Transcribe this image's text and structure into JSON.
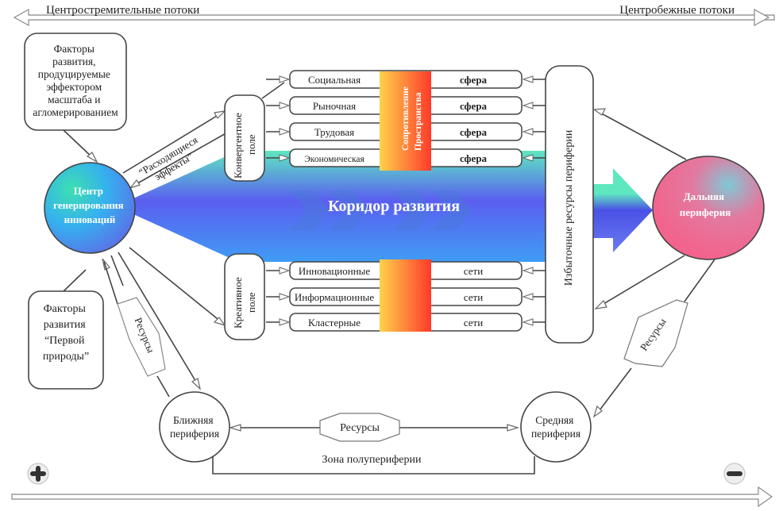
{
  "top_arrows": {
    "centripetal": "Центростремительные потоки",
    "centrifugal": "Центробежные потоки"
  },
  "factors_box_top": [
    "Факторы",
    "развития,",
    "продуцируемые",
    "эффектором",
    "масштаба и",
    "агломерированием"
  ],
  "factors_box_bottom": [
    "Факторы",
    "развития",
    "“Первой",
    "природы”"
  ],
  "center_node": [
    "Центр",
    "генерирования",
    "инноваций"
  ],
  "diverging_effects": [
    "“Расходящиеся",
    "эффекты”"
  ],
  "convergent_field": [
    "Конвергентное",
    "поле"
  ],
  "creative_field": [
    "Креативное",
    "поле"
  ],
  "spheres": [
    {
      "left": "Социальная",
      "right": "сфера"
    },
    {
      "left": "Рыночная",
      "right": "сфера"
    },
    {
      "left": "Трудовая",
      "right": "сфера"
    },
    {
      "left": "Экономическая",
      "right": "сфера"
    }
  ],
  "networks": [
    {
      "left": "Инновационные",
      "right": "сети"
    },
    {
      "left": "Информационные",
      "right": "сети"
    },
    {
      "left": "Кластерные",
      "right": "сети"
    }
  ],
  "space_resistance": [
    "Сопротивление",
    "Пространства"
  ],
  "corridor_label": "Коридор развития",
  "excess_resources": "Избыточные ресурсы периферии",
  "far_periphery": [
    "Дальняя",
    "периферия"
  ],
  "near_periphery": [
    "Ближняя",
    "периферия"
  ],
  "middle_periphery": [
    "Средняя",
    "периферия"
  ],
  "resources_label": "Ресурсы",
  "semi_periphery_zone": "Зона полупериферии",
  "plus_symbol": "plus-icon",
  "minus_symbol": "minus-icon",
  "colors": {
    "corridor_top": "#5ee8c0",
    "corridor_mid": "#5a5ef0",
    "corridor_bottom": "#3f9cf5",
    "resistance_left": "#ffd24a",
    "resistance_right": "#ff3a2a",
    "far_periphery": "#f2648c",
    "far_periphery_glow": "#7fc9d6"
  }
}
